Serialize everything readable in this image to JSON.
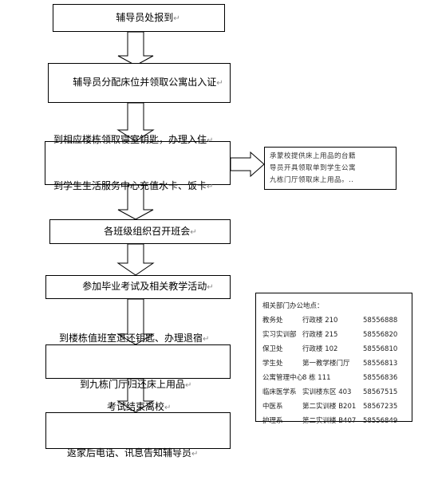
{
  "steps": [
    "辅导员处报到",
    "辅导员分配床位并领取公寓出入证",
    [
      "到相应楼栋领取寝室钥匙，办理入住",
      "到学生生活服务中心充值水卡、饭卡"
    ],
    "各班级组织召开班会",
    "参加毕业考试及相关教学活动",
    [
      "到楼栋值班室退还钥匙、办理退宿",
      "到九栋门厅归还床上用品"
    ],
    [
      "考试结束离校",
      "返家后电话、讯息告知辅导员"
    ]
  ],
  "side_note": [
    "承蒙校提供床上用品的台籍",
    "导员开具领取单到学生公寓",
    "九栋门厅领取床上用品。.."
  ],
  "contacts": {
    "title": "相关部门办公地点：",
    "rows": [
      {
        "dept": "教务处",
        "place": "行政楼 210",
        "phone": "58556888"
      },
      {
        "dept": "实习实训部",
        "place": "行政楼 215",
        "phone": "58556820"
      },
      {
        "dept": "保卫处",
        "place": "行政楼 102",
        "phone": "58556810"
      },
      {
        "dept": "学生处",
        "place": "第一教学楼门厅",
        "phone": "58556813"
      },
      {
        "dept": "公寓管理中心",
        "place": "8 栋 111",
        "phone": "58556836"
      },
      {
        "dept": "临床医学系",
        "place": "实训楼东区 403",
        "phone": "58567515"
      },
      {
        "dept": "中医系",
        "place": "第二实训楼 B201",
        "phone": "58567235"
      },
      {
        "dept": "护理系",
        "place": "第二实训楼 B407",
        "phone": "58556849"
      }
    ]
  },
  "paragraph_mark": "↵"
}
